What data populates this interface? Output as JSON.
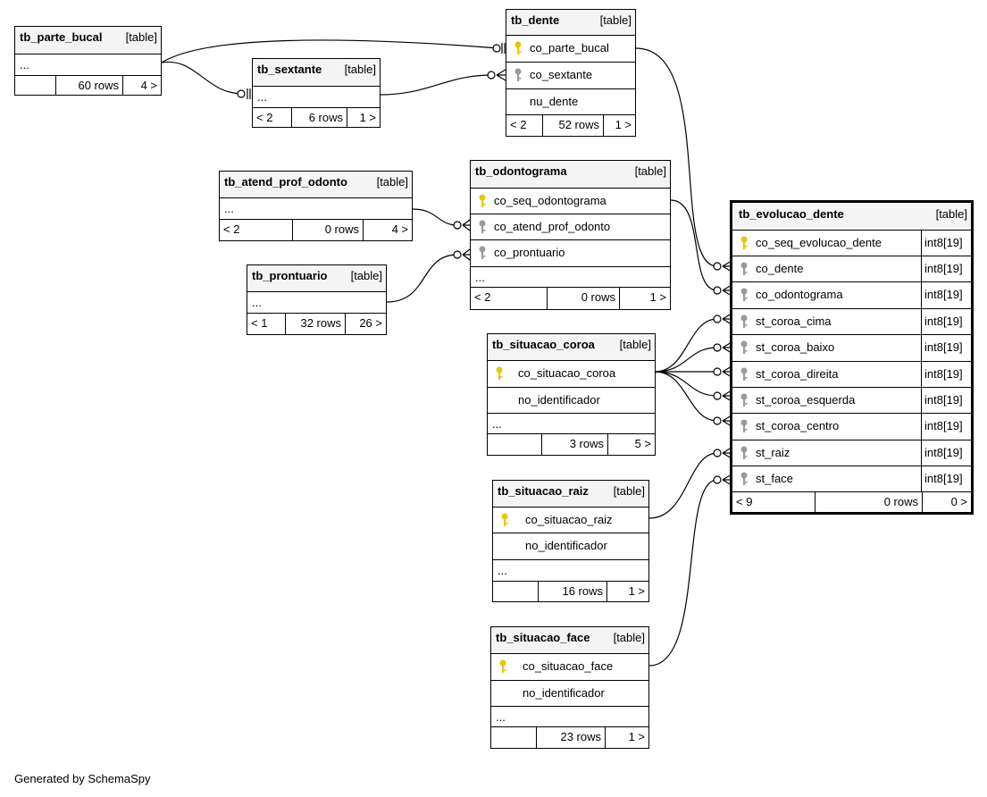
{
  "footer_text": "Generated by SchemaSpy",
  "colors": {
    "primary_key": "#e6c800",
    "foreign_key": "#9a9a9a",
    "header_bg": "#f4f4f4"
  },
  "tables": {
    "tb_parte_bucal": {
      "name": "tb_parte_bucal",
      "type": "[table]",
      "ellipsis": "...",
      "prev": "",
      "rows": "60 rows",
      "next": "4 >"
    },
    "tb_sextante": {
      "name": "tb_sextante",
      "type": "[table]",
      "ellipsis": "...",
      "prev": "< 2",
      "rows": "6 rows",
      "next": "1 >"
    },
    "tb_dente": {
      "name": "tb_dente",
      "type": "[table]",
      "columns": [
        {
          "name": "co_parte_bucal",
          "key": "primary-key-icon"
        },
        {
          "name": "co_sextante",
          "key": "foreign-key-icon"
        },
        {
          "name": "nu_dente",
          "key": ""
        }
      ],
      "prev": "< 2",
      "rows": "52 rows",
      "next": "1 >"
    },
    "tb_atend_prof_odonto": {
      "name": "tb_atend_prof_odonto",
      "type": "[table]",
      "ellipsis": "...",
      "prev": "< 2",
      "rows": "0 rows",
      "next": "4 >"
    },
    "tb_odontograma": {
      "name": "tb_odontograma",
      "type": "[table]",
      "columns": [
        {
          "name": "co_seq_odontograma",
          "key": "primary-key-icon"
        },
        {
          "name": "co_atend_prof_odonto",
          "key": "foreign-key-icon"
        },
        {
          "name": "co_prontuario",
          "key": "foreign-key-icon"
        }
      ],
      "ellipsis": "...",
      "prev": "< 2",
      "rows": "0 rows",
      "next": "1 >"
    },
    "tb_prontuario": {
      "name": "tb_prontuario",
      "type": "[table]",
      "ellipsis": "...",
      "prev": "< 1",
      "rows": "32 rows",
      "next": "26 >"
    },
    "tb_situacao_coroa": {
      "name": "tb_situacao_coroa",
      "type": "[table]",
      "columns": [
        {
          "name": "co_situacao_coroa",
          "key": "primary-key-icon"
        },
        {
          "name": "no_identificador",
          "key": ""
        }
      ],
      "ellipsis": "...",
      "prev": "",
      "rows": "3 rows",
      "next": "5 >"
    },
    "tb_situacao_raiz": {
      "name": "tb_situacao_raiz",
      "type": "[table]",
      "columns": [
        {
          "name": "co_situacao_raiz",
          "key": "primary-key-icon"
        },
        {
          "name": "no_identificador",
          "key": ""
        }
      ],
      "ellipsis": "...",
      "prev": "",
      "rows": "16 rows",
      "next": "1 >"
    },
    "tb_situacao_face": {
      "name": "tb_situacao_face",
      "type": "[table]",
      "columns": [
        {
          "name": "co_situacao_face",
          "key": "primary-key-icon"
        },
        {
          "name": "no_identificador",
          "key": ""
        }
      ],
      "ellipsis": "...",
      "prev": "",
      "rows": "23 rows",
      "next": "1 >"
    },
    "tb_evolucao_dente": {
      "name": "tb_evolucao_dente",
      "type": "[table]",
      "columns": [
        {
          "name": "co_seq_evolucao_dente",
          "type": "int8[19]",
          "key": "primary-key-icon"
        },
        {
          "name": "co_dente",
          "type": "int8[19]",
          "key": "foreign-key-icon"
        },
        {
          "name": "co_odontograma",
          "type": "int8[19]",
          "key": "foreign-key-icon"
        },
        {
          "name": "st_coroa_cima",
          "type": "int8[19]",
          "key": "foreign-key-icon"
        },
        {
          "name": "st_coroa_baixo",
          "type": "int8[19]",
          "key": "foreign-key-icon"
        },
        {
          "name": "st_coroa_direita",
          "type": "int8[19]",
          "key": "foreign-key-icon"
        },
        {
          "name": "st_coroa_esquerda",
          "type": "int8[19]",
          "key": "foreign-key-icon"
        },
        {
          "name": "st_coroa_centro",
          "type": "int8[19]",
          "key": "foreign-key-icon"
        },
        {
          "name": "st_raiz",
          "type": "int8[19]",
          "key": "foreign-key-icon"
        },
        {
          "name": "st_face",
          "type": "int8[19]",
          "key": "foreign-key-icon"
        }
      ],
      "prev": "< 9",
      "rows": "0 rows",
      "next": "0 >"
    }
  }
}
